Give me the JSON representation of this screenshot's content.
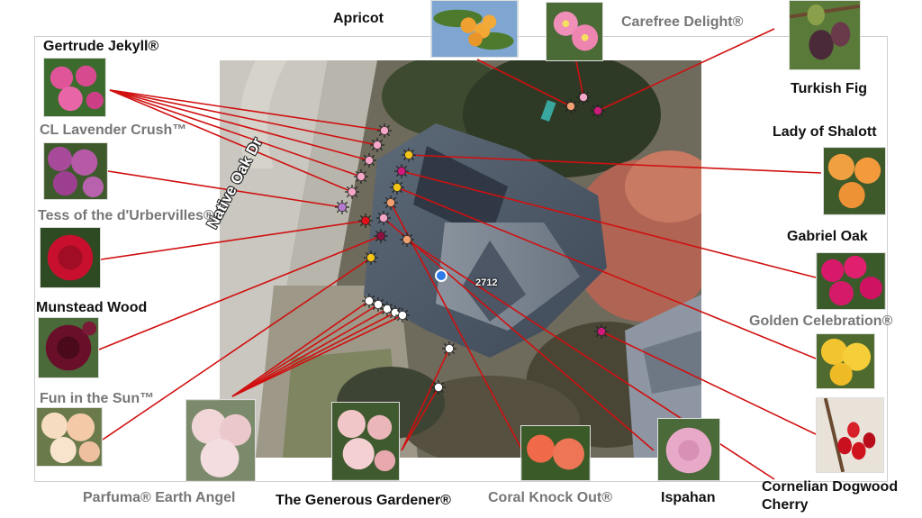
{
  "street_label": "Native Oak Dr",
  "house_number": "2712",
  "colors": {
    "callout_line": "#d01010",
    "marker_pink": "#f4a6c8",
    "marker_orange": "#f0a070",
    "marker_yellow": "#f2c418",
    "marker_red": "#e0101a",
    "marker_magenta": "#cc1a7a",
    "marker_white": "#ffffff",
    "location_dot": "#2f7bea"
  },
  "labels": {
    "gertrude": "Gertrude Jekyll®",
    "cl_lavender": "CL Lavender Crush™",
    "tess": "Tess of the d'Urbervilles®",
    "munstead": "Munstead Wood",
    "fun_sun": "Fun in the Sun™",
    "parfuma": "Parfuma® Earth Angel",
    "generous": "The Generous Gardener®",
    "coral": "Coral Knock Out®",
    "ispahan": "Ispahan",
    "cornelian": "Cornelian Dogwood Cherry",
    "golden": "Golden Celebration®",
    "gabriel": "Gabriel Oak",
    "lady": "Lady of Shalott",
    "turkish": "Turkish Fig",
    "carefree": "Carefree Delight®",
    "apricot": "Apricot"
  }
}
